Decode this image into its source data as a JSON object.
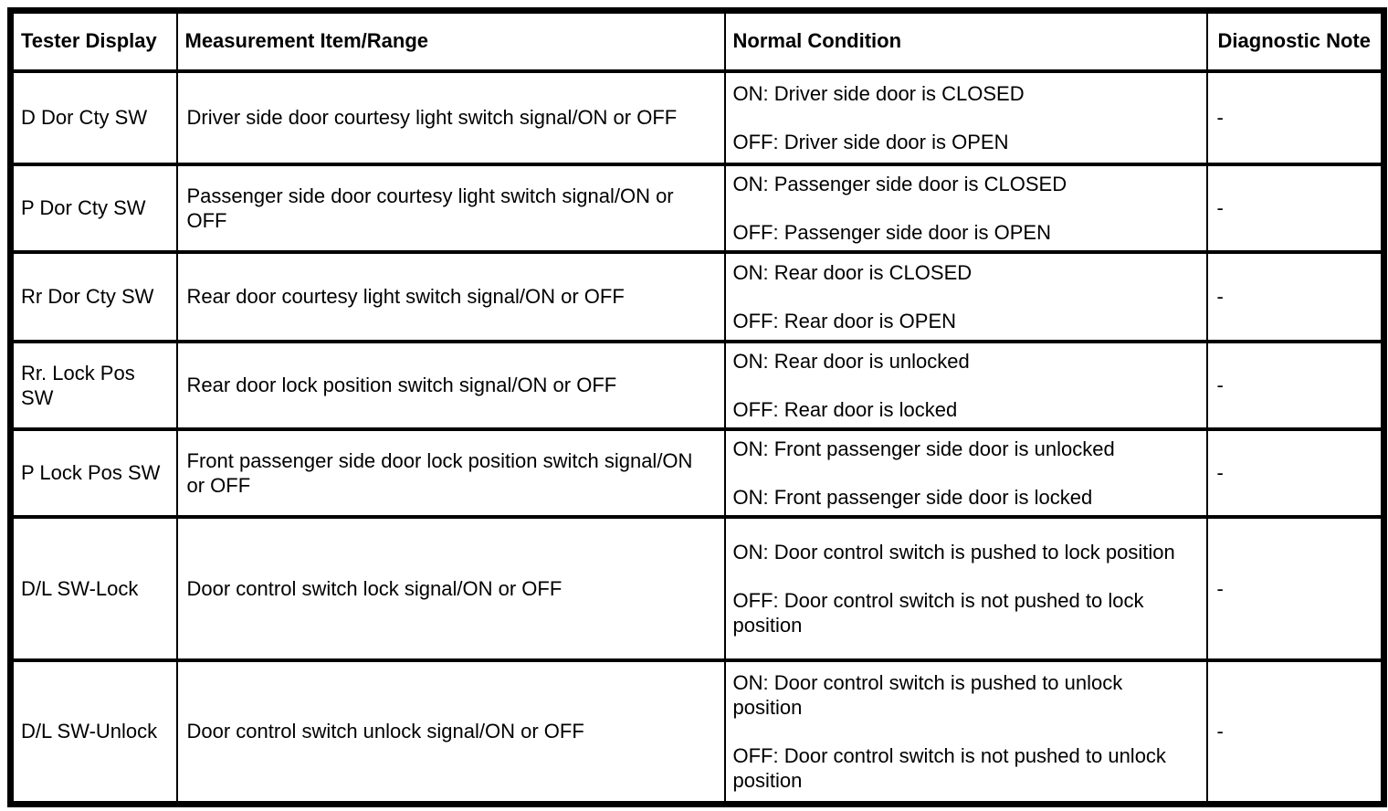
{
  "table": {
    "columns": [
      {
        "label": "Tester Display"
      },
      {
        "label": "Measurement Item/Range"
      },
      {
        "label": "Normal Condition"
      },
      {
        "label": "Diagnostic Note"
      }
    ],
    "rows": [
      {
        "tester_display": "D Dor Cty SW",
        "measurement": "Driver side door courtesy light switch signal/ON or OFF",
        "conditions": [
          "ON: Driver side door is CLOSED",
          "OFF: Driver side door is OPEN"
        ],
        "note": "-"
      },
      {
        "tester_display": "P Dor Cty SW",
        "measurement": "Passenger side door courtesy light switch signal/ON or OFF",
        "conditions": [
          "ON: Passenger side door is CLOSED",
          "OFF: Passenger side door is OPEN"
        ],
        "note": "-"
      },
      {
        "tester_display": "Rr Dor Cty SW",
        "measurement": "Rear door courtesy light switch signal/ON or OFF",
        "conditions": [
          "ON: Rear door is CLOSED",
          "OFF: Rear door is OPEN"
        ],
        "note": "-"
      },
      {
        "tester_display": "Rr. Lock Pos SW",
        "measurement": "Rear door lock position switch signal/ON or OFF",
        "conditions": [
          "ON: Rear door is unlocked",
          "OFF: Rear door is locked"
        ],
        "note": "-"
      },
      {
        "tester_display": "P Lock Pos SW",
        "measurement": "Front passenger side door lock position switch signal/ON or OFF",
        "conditions": [
          "ON: Front passenger side door is unlocked",
          "ON: Front passenger side door is locked"
        ],
        "note": "-"
      },
      {
        "tester_display": "D/L SW-Lock",
        "measurement": "Door control switch lock signal/ON or OFF",
        "conditions": [
          "ON: Door control switch is pushed to lock position",
          "OFF: Door control switch is not pushed to lock position"
        ],
        "note": "-"
      },
      {
        "tester_display": "D/L SW-Unlock",
        "measurement": "Door control switch unlock signal/ON or OFF",
        "conditions": [
          "ON: Door control switch is pushed to unlock position",
          "OFF: Door control switch is not pushed to unlock position"
        ],
        "note": "-"
      }
    ]
  }
}
